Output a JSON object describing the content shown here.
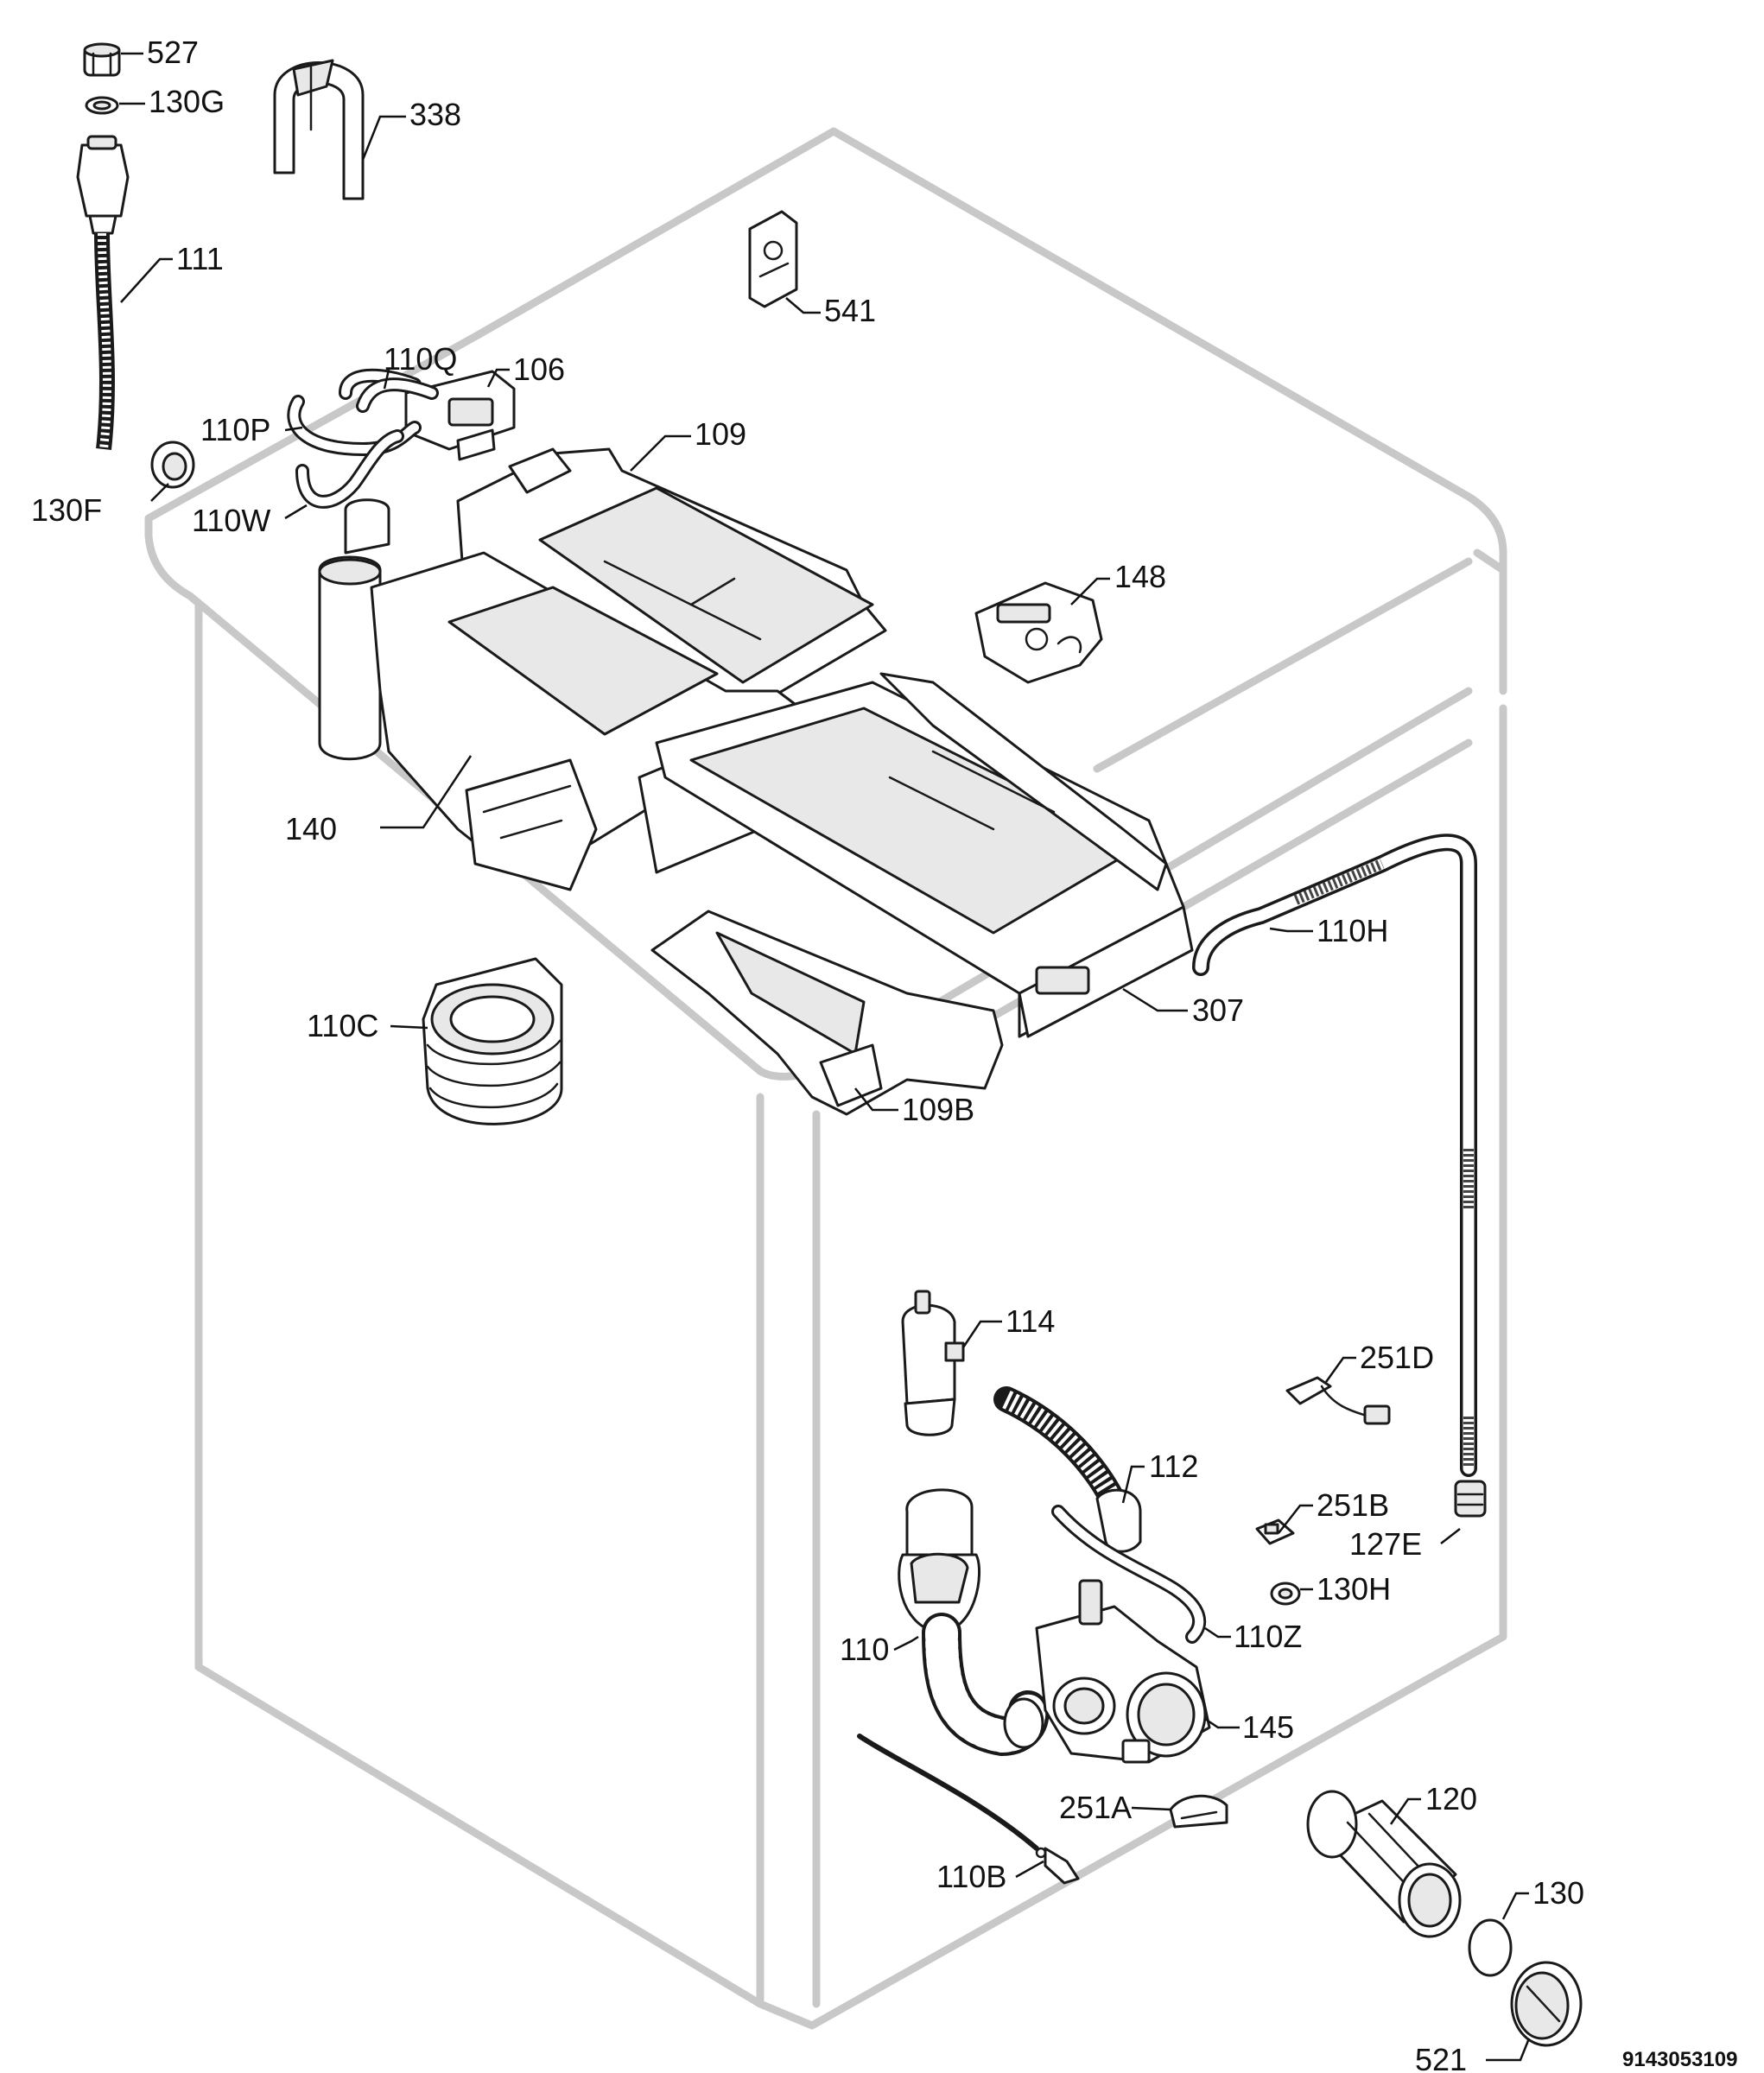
{
  "callouts": {
    "p527": "527",
    "p130G": "130G",
    "p338": "338",
    "p111": "111",
    "p541": "541",
    "p110Q": "110Q",
    "p106": "106",
    "p110P": "110P",
    "p109": "109",
    "p130F": "130F",
    "p110W": "110W",
    "p148": "148",
    "p140": "140",
    "p110H": "110H",
    "p307": "307",
    "p110C": "110C",
    "p109B": "109B",
    "p114": "114",
    "p251D": "251D",
    "p112": "112",
    "p251B": "251B",
    "p127E": "127E",
    "p130H": "130H",
    "p110Z": "110Z",
    "p110": "110",
    "p145": "145",
    "p251A": "251A",
    "p120": "120",
    "p130": "130",
    "p110B": "110B",
    "p521": "521"
  },
  "document_number": "9143053109"
}
